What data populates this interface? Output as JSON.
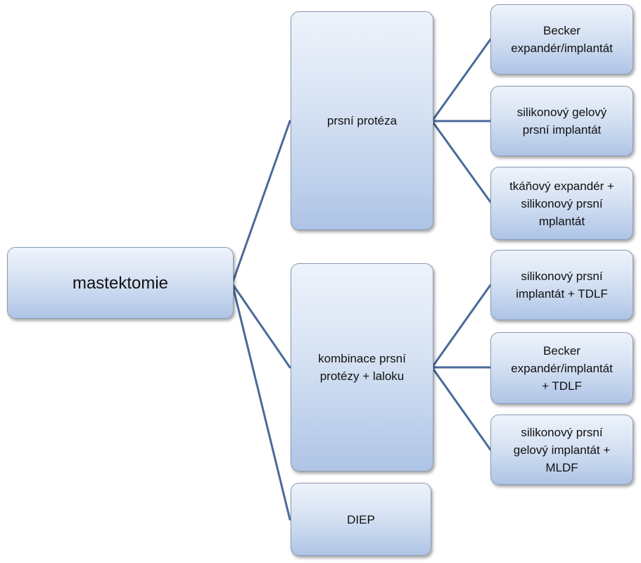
{
  "diagram": {
    "root": {
      "label": "mastektomie"
    },
    "branches": [
      {
        "label": "prsní protéza",
        "leaves": [
          "Becker\nexpandér/implantát",
          "silikonový gelový\nprsní implantát",
          "tkáňový expandér +\nsilikonový prsní\nmplantát"
        ]
      },
      {
        "label": "kombinace prsní\nprotézy + laloku",
        "leaves": [
          "silikonový prsní\nimplantát + TDLF",
          "Becker\nexpandér/implantát\n+ TDLF",
          "silikonový prsní\ngelový implantát +\nMLDF"
        ]
      },
      {
        "label": "DIEP",
        "leaves": []
      }
    ]
  },
  "colors": {
    "connector": "#4a6a9a",
    "node_border": "#8a9bb2"
  }
}
